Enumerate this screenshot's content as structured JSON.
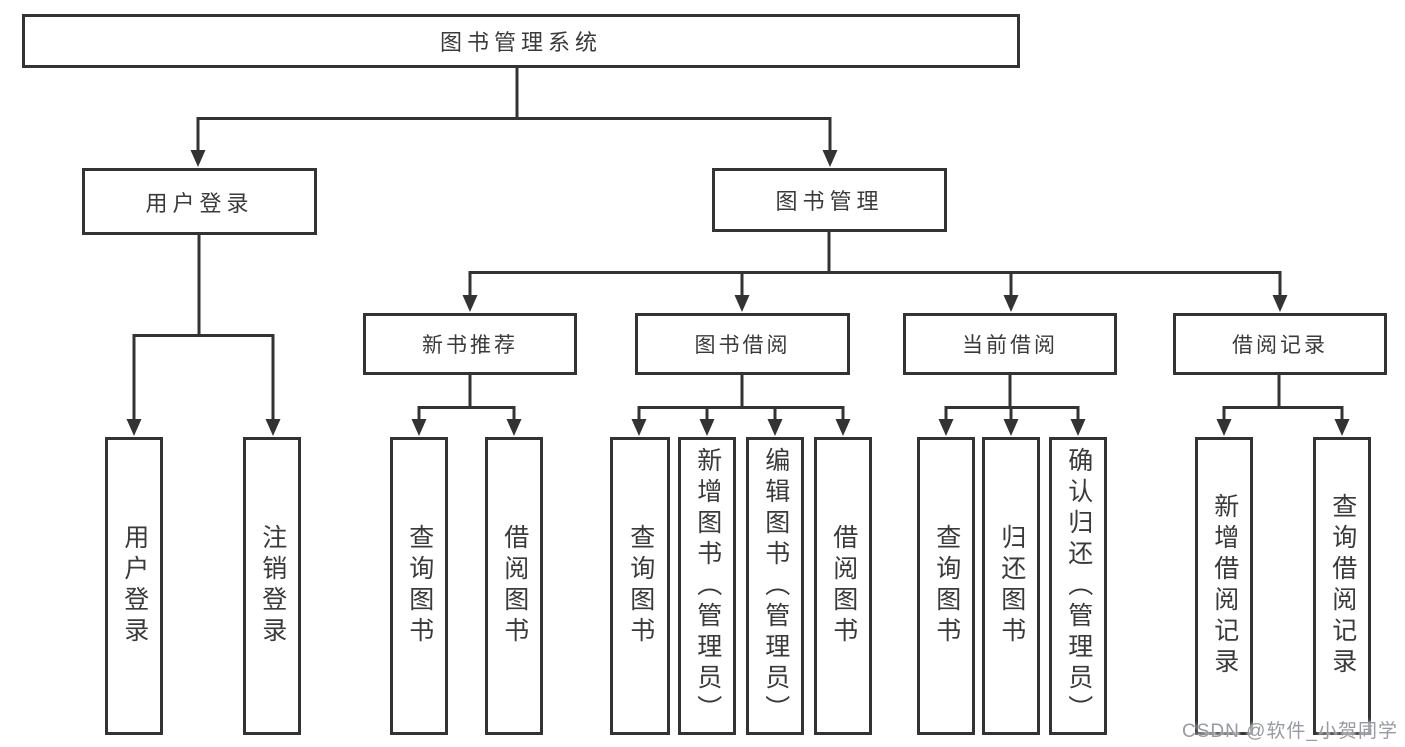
{
  "diagram": {
    "title": "图书管理系统",
    "level2": [
      {
        "label": "用户登录"
      },
      {
        "label": "图书管理"
      }
    ],
    "level3": [
      {
        "label": "新书推荐"
      },
      {
        "label": "图书借阅"
      },
      {
        "label": "当前借阅"
      },
      {
        "label": "借阅记录"
      }
    ],
    "leaves": [
      {
        "parent": "用户登录",
        "label": "用户登录"
      },
      {
        "parent": "用户登录",
        "label": "注销登录"
      },
      {
        "parent": "新书推荐",
        "label": "查询图书"
      },
      {
        "parent": "新书推荐",
        "label": "借阅图书"
      },
      {
        "parent": "图书借阅",
        "label": "查询图书"
      },
      {
        "parent": "图书借阅",
        "label": "新增图书（管理员）"
      },
      {
        "parent": "图书借阅",
        "label": "编辑图书（管理员）"
      },
      {
        "parent": "图书借阅",
        "label": "借阅图书"
      },
      {
        "parent": "当前借阅",
        "label": "查询图书"
      },
      {
        "parent": "当前借阅",
        "label": "归还图书"
      },
      {
        "parent": "当前借阅",
        "label": "确认归还（管理员）"
      },
      {
        "parent": "借阅记录",
        "label": "新增借阅记录"
      },
      {
        "parent": "借阅记录",
        "label": "查询借阅记录"
      }
    ],
    "watermark": "CSDN @软件_小贺同学",
    "colors": {
      "line": "#333333",
      "text": "#3a3a3a",
      "watermark": "#979ba1",
      "background": "#ffffff"
    }
  }
}
